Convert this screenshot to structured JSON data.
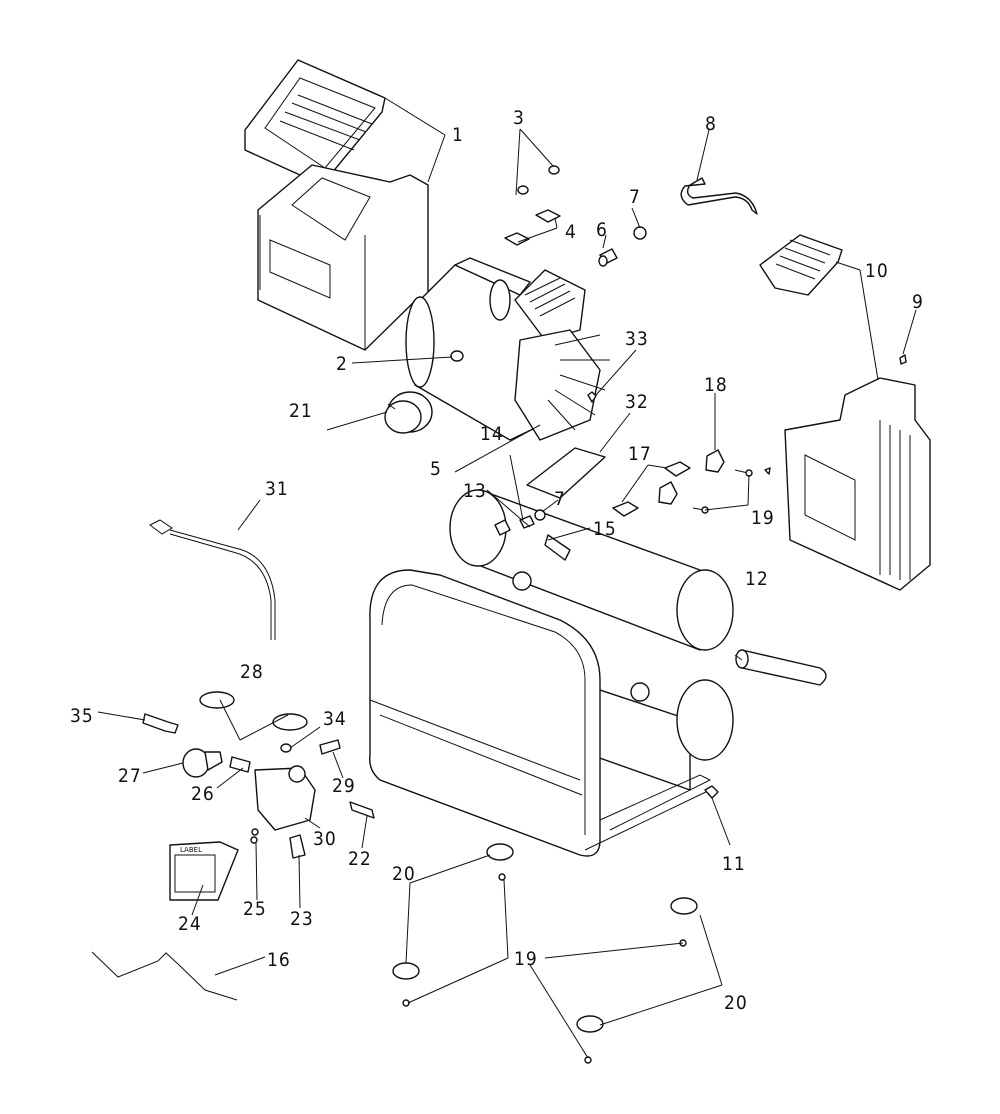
{
  "diagram": {
    "type": "exploded parts diagram",
    "subject": "portable twin-tank air compressor",
    "callouts": [
      {
        "id": "1",
        "label": "1"
      },
      {
        "id": "2",
        "label": "2"
      },
      {
        "id": "3",
        "label": "3"
      },
      {
        "id": "4",
        "label": "4"
      },
      {
        "id": "5",
        "label": "5"
      },
      {
        "id": "6",
        "label": "6"
      },
      {
        "id": "7a",
        "label": "7"
      },
      {
        "id": "7b",
        "label": "7"
      },
      {
        "id": "8",
        "label": "8"
      },
      {
        "id": "9",
        "label": "9"
      },
      {
        "id": "10",
        "label": "10"
      },
      {
        "id": "11",
        "label": "11"
      },
      {
        "id": "12",
        "label": "12"
      },
      {
        "id": "13",
        "label": "13"
      },
      {
        "id": "14",
        "label": "14"
      },
      {
        "id": "15",
        "label": "15"
      },
      {
        "id": "16",
        "label": "16"
      },
      {
        "id": "17",
        "label": "17"
      },
      {
        "id": "18",
        "label": "18"
      },
      {
        "id": "19a",
        "label": "19"
      },
      {
        "id": "19b",
        "label": "19"
      },
      {
        "id": "20a",
        "label": "20"
      },
      {
        "id": "20b",
        "label": "20"
      },
      {
        "id": "21",
        "label": "21"
      },
      {
        "id": "22",
        "label": "22"
      },
      {
        "id": "23",
        "label": "23"
      },
      {
        "id": "24",
        "label": "24"
      },
      {
        "id": "25",
        "label": "25"
      },
      {
        "id": "26",
        "label": "26"
      },
      {
        "id": "27",
        "label": "27"
      },
      {
        "id": "28",
        "label": "28"
      },
      {
        "id": "29",
        "label": "29"
      },
      {
        "id": "30",
        "label": "30"
      },
      {
        "id": "31",
        "label": "31"
      },
      {
        "id": "32",
        "label": "32"
      },
      {
        "id": "33",
        "label": "33"
      },
      {
        "id": "34",
        "label": "34"
      },
      {
        "id": "35",
        "label": "35"
      }
    ],
    "label_plate_text": "LABEL"
  }
}
